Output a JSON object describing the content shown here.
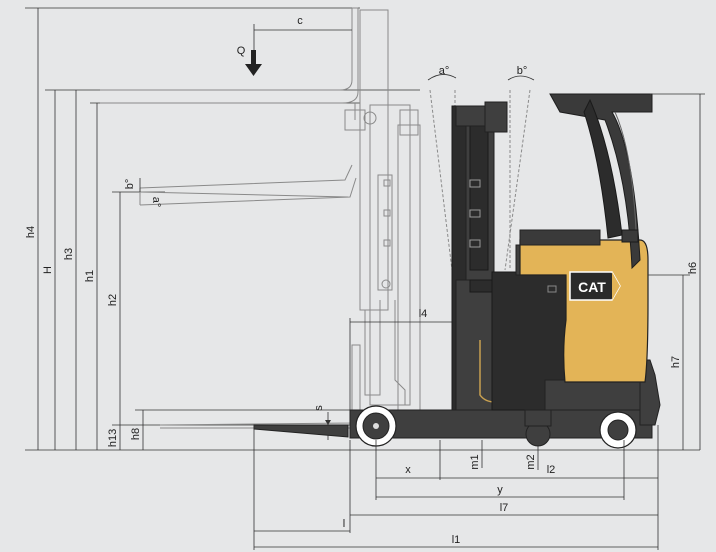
{
  "diagram": {
    "colors": {
      "background": "#e6e7e8",
      "body_dark": "#3f3f3f",
      "counterweight_yellow": "#e3b457",
      "ghost_lines": "#8a8a8a",
      "dimension_lines": "#333333"
    },
    "logo": {
      "text": "CAT"
    },
    "load_label": "Q",
    "angle_labels": {
      "a": "a°",
      "b": "b°"
    },
    "dimensions": {
      "c": "c",
      "h4": "h4",
      "H": "H",
      "h3": "h3",
      "h1": "h1",
      "h2": "h2",
      "h13": "h13",
      "h8": "h8",
      "h6": "h6",
      "h7": "h7",
      "l4": "l4",
      "s": "s",
      "m1": "m1",
      "m2": "m2",
      "x": "x",
      "l2": "l2",
      "y": "y",
      "l7": "l7",
      "l": "l",
      "l1": "l1"
    }
  }
}
